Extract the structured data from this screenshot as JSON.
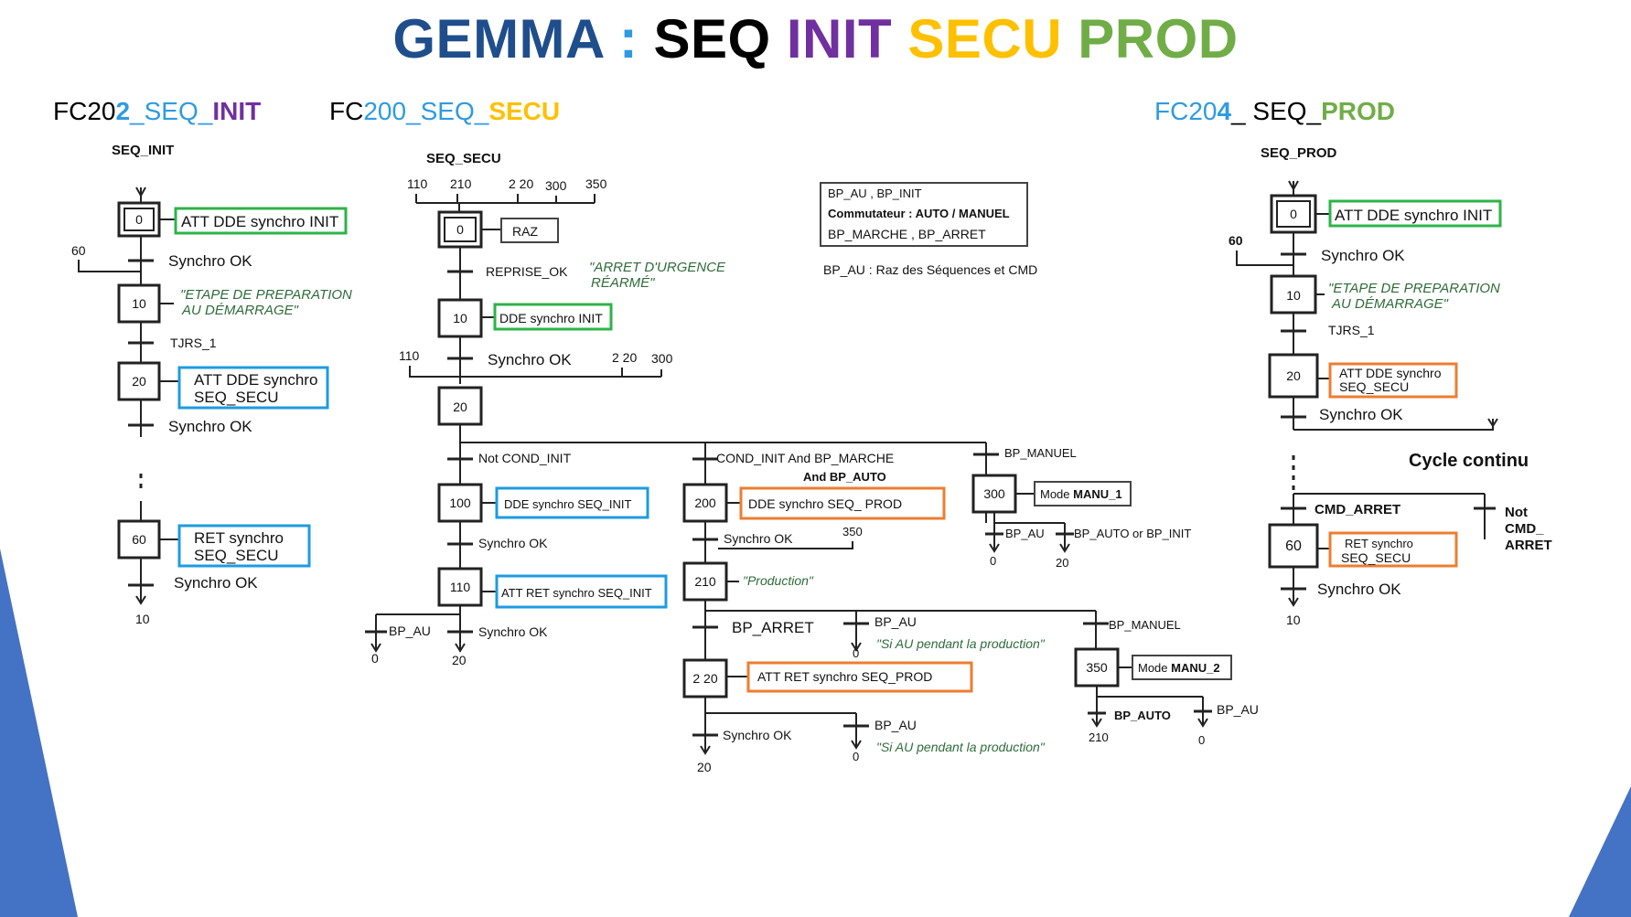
{
  "title": {
    "gemma": "GEMMA",
    "colon": " : ",
    "seq": "SEQ ",
    "init": "INIT ",
    "secu": "SECU ",
    "prod": "PROD",
    "colors": {
      "gemma": "#1f4e8c",
      "colon": "#2e9be0",
      "seq": "#000000",
      "init": "#7030a0",
      "secu": "#ffc000",
      "prod": "#70ad47"
    }
  },
  "fc_labels": {
    "init": {
      "a": "FC20",
      "b": "2",
      "c": "_SEQ_",
      "d": "INIT"
    },
    "secu": {
      "a": "FC",
      "b": "200",
      "c": "_SEQ_",
      "d": "SECU"
    },
    "prod": {
      "a": "FC20",
      "b": "4",
      "c": "_ SEQ_",
      "d": "PROD"
    }
  },
  "colors": {
    "green_box": "#2db34a",
    "blue_box": "#1e9be0",
    "orange_box": "#ed7d31",
    "comment": "#2f6b3a",
    "accent_blue": "#4472c4"
  },
  "seq_init": {
    "name": "SEQ_INIT",
    "steps": [
      "0",
      "10",
      "20",
      "60"
    ],
    "actions": {
      "s0": "ATT DDE synchro INIT",
      "s20a": "ATT DDE synchro",
      "s20b": "SEQ_SECU",
      "s60a": "RET synchro",
      "s60b": "SEQ_SECU"
    },
    "transitions": {
      "t0": "Synchro OK",
      "t10": "TJRS_1",
      "t20": "Synchro OK",
      "t60": "Synchro OK"
    },
    "comment_a": "\"ETAPE DE PREPARATION",
    "comment_b": "AU DÉMARRAGE\"",
    "refs": {
      "in60": "60",
      "out10": "10",
      "dots": "⋮"
    }
  },
  "seq_secu": {
    "name": "SEQ_SECU",
    "top_refs": [
      "110",
      "210",
      "2 20",
      "300",
      "350"
    ],
    "steps": {
      "s0": "0",
      "s10": "10",
      "s20": "20",
      "s100": "100",
      "s110": "110",
      "s200": "200",
      "s210": "210",
      "s220": "2 20",
      "s300": "300",
      "s350": "350"
    },
    "actions": {
      "s0": "RAZ",
      "s10": "DDE synchro INIT",
      "s100": "DDE synchro SEQ_INIT",
      "s110": "ATT RET synchro SEQ_INIT",
      "s200": "DDE synchro SEQ_ PROD",
      "s220": "ATT RET synchro SEQ_PROD",
      "s300a": "Mode ",
      "s300b": "MANU_1",
      "s350a": "Mode ",
      "s350b": "MANU_2"
    },
    "transitions": {
      "t0": "REPRISE_OK",
      "t10": "Synchro OK",
      "t20a": "Not COND_INIT",
      "t20b": "COND_INIT  And BP_MARCHE",
      "t20b2": "And BP_AUTO",
      "t20c": "BP_MANUEL",
      "t100": "Synchro OK",
      "t110a": "BP_AU",
      "t110b": "Synchro OK",
      "t200": "Synchro OK",
      "t210a": "BP_ARRET",
      "t210b": "BP_AU",
      "t210c": "BP_MANUEL",
      "t220a": "Synchro OK",
      "t220b": "BP_AU",
      "t300a": "BP_AU",
      "t300b": "BP_AUTO or BP_INIT",
      "t350a": "BP_AUTO",
      "t350b": "BP_AU"
    },
    "comments": {
      "reprise_a": "\"ARRET D'URGENCE",
      "reprise_b": "RÉARMÉ\"",
      "production": "\"Production\"",
      "au_prod": "\"Si AU pendant la production\""
    },
    "refs": {
      "in20": [
        "110",
        "2 20",
        "300"
      ],
      "r350": "350",
      "out110a": "0",
      "out110b": "20",
      "out210b": "0",
      "out220a": "20",
      "out220b": "0",
      "out300a": "0",
      "out300b": "20",
      "out350a": "210",
      "out350b": "0"
    }
  },
  "legend": {
    "line1": "BP_AU , BP_INIT",
    "line2": "Commutateur : AUTO / MANUEL",
    "line3": "BP_MARCHE  ,  BP_ARRET",
    "note": "BP_AU : Raz des Séquences et CMD"
  },
  "seq_prod": {
    "name": "SEQ_PROD",
    "steps": [
      "0",
      "10",
      "20",
      "60"
    ],
    "actions": {
      "s0": "ATT DDE synchro INIT",
      "s20a": "ATT DDE synchro",
      "s20b": "SEQ_SECU",
      "s60a": "RET synchro",
      "s60b": "SEQ_SECU"
    },
    "transitions": {
      "t0": "Synchro OK",
      "t10": "TJRS_1",
      "t20": "Synchro OK",
      "tarr": "CMD_ARRET",
      "tnot_a": "Not",
      "tnot_b": "CMD_",
      "tnot_c": "ARRET",
      "t60": "Synchro OK"
    },
    "comment_a": "\"ETAPE DE PREPARATION",
    "comment_b": "AU DÉMARRAGE\"",
    "cycle": "Cycle continu",
    "refs": {
      "in60": "60",
      "out10": "10"
    }
  }
}
